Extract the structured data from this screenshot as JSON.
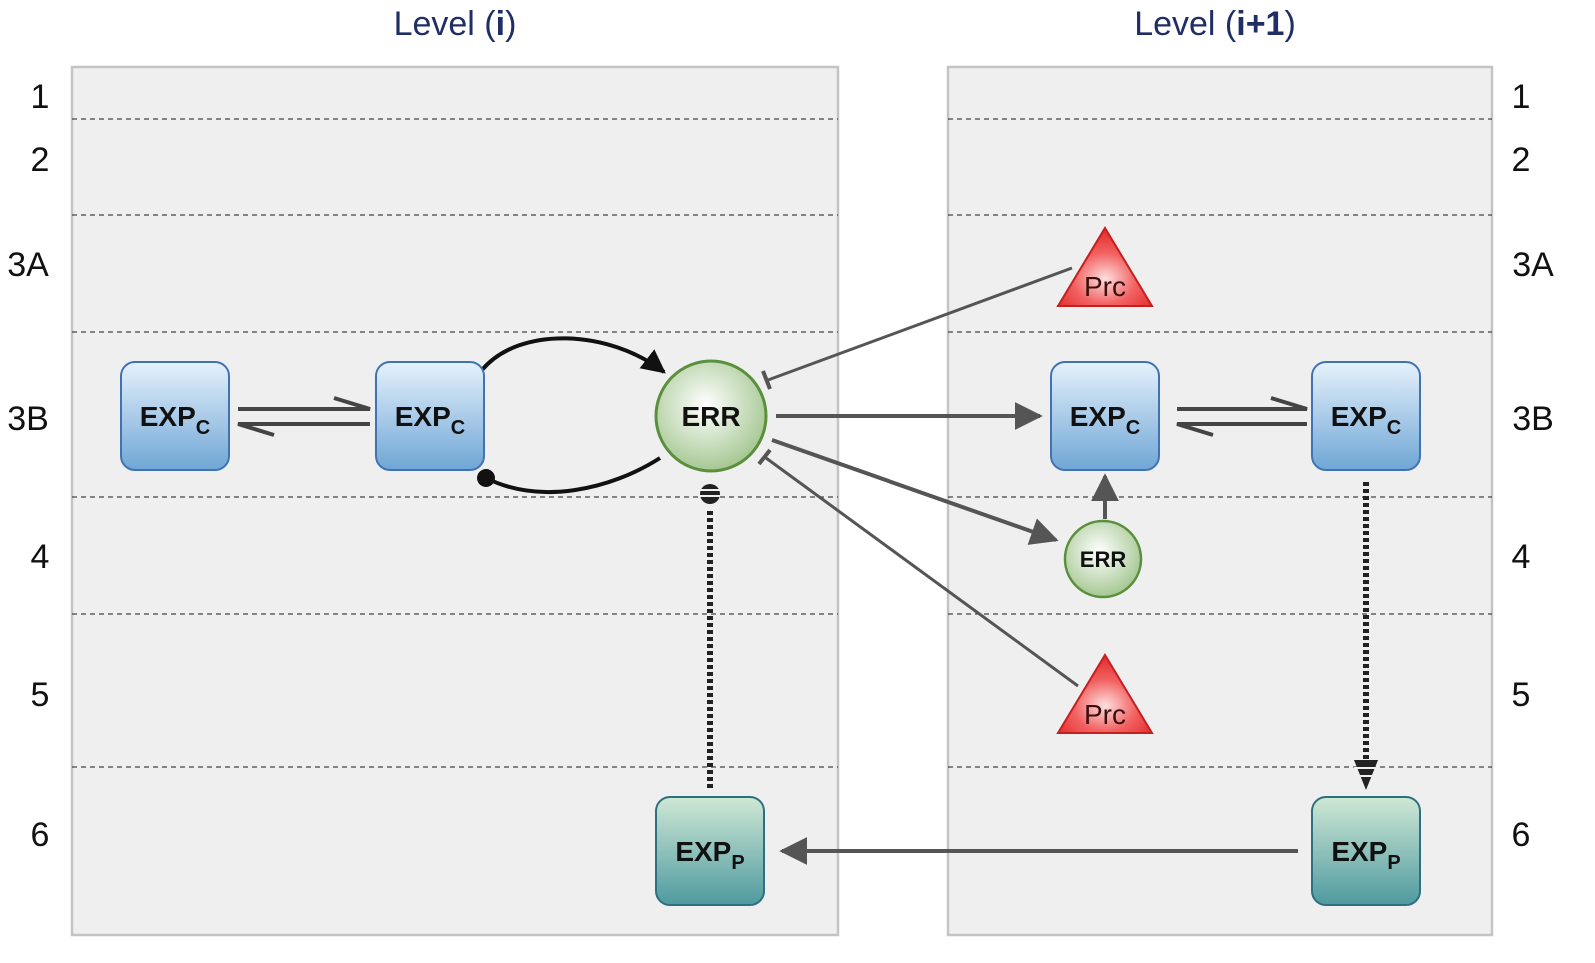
{
  "levels": {
    "left": {
      "prefix": "Level (",
      "var": "i",
      "suffix": ")"
    },
    "right": {
      "prefix": "Level (",
      "var": "i+1",
      "suffix": ")"
    }
  },
  "rows": [
    "1",
    "2",
    "3A",
    "3B",
    "4",
    "5",
    "6"
  ],
  "nodes": {
    "exp_c": {
      "main": "EXP",
      "sub": "C"
    },
    "exp_p": {
      "main": "EXP",
      "sub": "P"
    },
    "err": "ERR",
    "prc": "Prc"
  },
  "colors": {
    "panel_fill": "#efefef",
    "panel_border": "#c4c4c4",
    "exp_c_fill": "#a9cbe8",
    "exp_p_fill": "#8fc3b4",
    "err_fill": "#cfe3c4",
    "err_border": "#5a8f3b",
    "prc_fill": "#ef4848",
    "arrow": "#555555",
    "title": "#1f2f66"
  }
}
